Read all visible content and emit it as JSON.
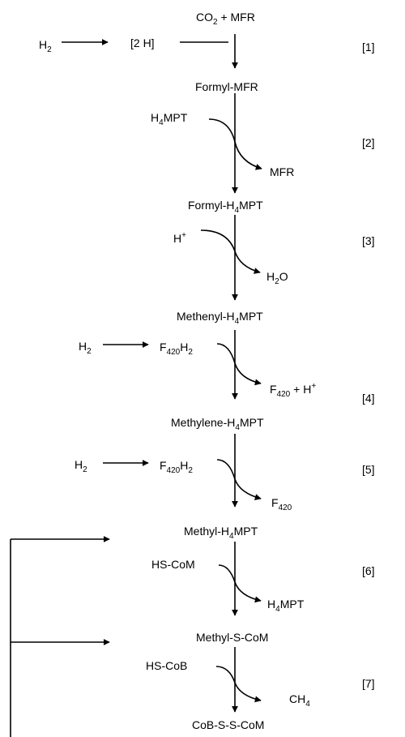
{
  "nodes": {
    "co2_mfr": {
      "pre": "CO",
      "sub": "2",
      "post": " + MFR"
    },
    "h2_a": {
      "pre": "H",
      "sub": "2",
      "post": ""
    },
    "two_h": {
      "pre": "[2 H]",
      "sub": "",
      "post": ""
    },
    "formyl_mfr": {
      "pre": "Formyl-MFR",
      "sub": "",
      "post": ""
    },
    "h4mpt_in": {
      "pre": "H",
      "sub": "4",
      "post": "MPT"
    },
    "mfr_out": {
      "pre": "MFR",
      "sub": "",
      "post": ""
    },
    "formyl_h4mpt": {
      "pre": "Formyl-H",
      "sub": "4",
      "post": "MPT"
    },
    "h_plus": {
      "pre": "H",
      "sup": "+",
      "post": ""
    },
    "h2o_out": {
      "pre": "H",
      "sub": "2",
      "post": "O"
    },
    "methenyl_h4mpt": {
      "pre": "Methenyl-H",
      "sub": "4",
      "post": "MPT"
    },
    "h2_b": {
      "pre": "H",
      "sub": "2",
      "post": ""
    },
    "f420h2_a": {
      "pre": "F",
      "sub": "420",
      "mid": "H",
      "sub2": "2"
    },
    "f420_h_out": {
      "pre": "F",
      "sub": "420",
      "post": " + H",
      "sup": "+"
    },
    "methylene_h4mpt": {
      "pre": "Methylene-H",
      "sub": "4",
      "post": "MPT"
    },
    "h2_c": {
      "pre": "H",
      "sub": "2",
      "post": ""
    },
    "f420h2_b": {
      "pre": "F",
      "sub": "420",
      "mid": "H",
      "sub2": "2"
    },
    "f420_out": {
      "pre": "F",
      "sub": "420",
      "post": ""
    },
    "methyl_h4mpt": {
      "pre": "Methyl-H",
      "sub": "4",
      "post": "MPT"
    },
    "hs_com": {
      "pre": "HS-CoM",
      "sub": "",
      "post": ""
    },
    "h4mpt_out": {
      "pre": "H",
      "sub": "4",
      "post": "MPT"
    },
    "methyl_s_com": {
      "pre": "Methyl-S-CoM",
      "sub": "",
      "post": ""
    },
    "hs_cob": {
      "pre": "HS-CoB",
      "sub": "",
      "post": ""
    },
    "ch4_out": {
      "pre": "CH",
      "sub": "4",
      "post": ""
    },
    "cob_s_s_com": {
      "pre": "CoB-S-S-CoM",
      "sub": "",
      "post": ""
    }
  },
  "steps": [
    "[1]",
    "[2]",
    "[3]",
    "[4]",
    "[5]",
    "[6]",
    "[7]"
  ]
}
